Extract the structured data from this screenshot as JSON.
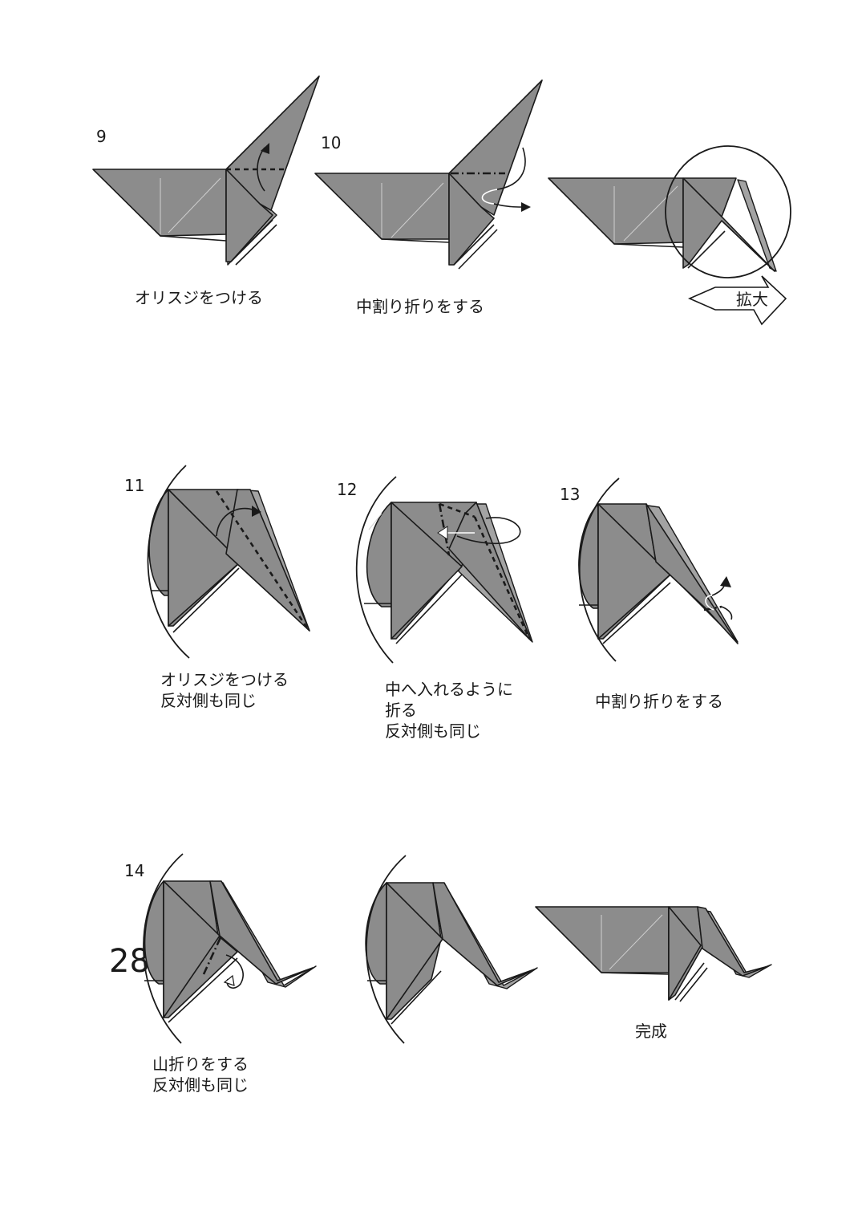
{
  "page_number": "28",
  "steps": [
    {
      "number": "9",
      "caption": "オリスジをつける"
    },
    {
      "number": "10",
      "caption": "中割り折りをする"
    },
    {
      "number": "",
      "caption": "",
      "badge": "拡大"
    },
    {
      "number": "11",
      "caption": "オリスジをつける\n反対側も同じ"
    },
    {
      "number": "12",
      "caption": "中へ入れるように\n折る\n反対側も同じ"
    },
    {
      "number": "13",
      "caption": "中割り折りをする"
    },
    {
      "number": "14",
      "caption": "山折りをする\n反対側も同じ"
    },
    {
      "number": "",
      "caption": ""
    },
    {
      "number": "",
      "caption": "完成"
    }
  ],
  "colors": {
    "paper": "#8c8c8c",
    "outline": "#1a1a1a"
  }
}
